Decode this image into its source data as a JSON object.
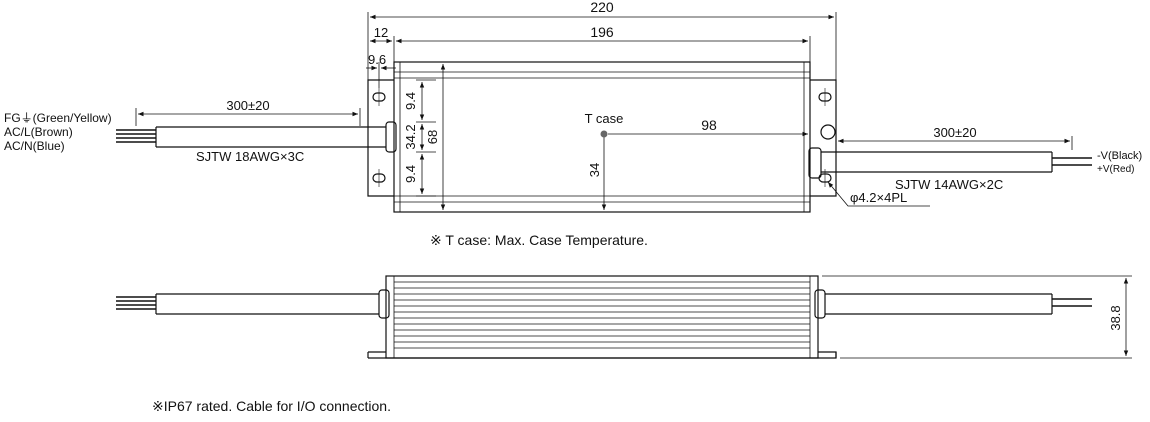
{
  "top_view": {
    "dims": {
      "overall_length": "220",
      "body_length": "196",
      "flange": "12",
      "hole_offset": "9.6",
      "height": "68",
      "hole_spacing_top": "9.4",
      "cable_entry": "34.2",
      "hole_spacing_bottom": "9.4",
      "tcase_vertical": "34",
      "tcase_horizontal": "98"
    },
    "tcase_label": "T case",
    "input_cable": {
      "length": "300±20",
      "spec": "SJTW 18AWG×3C",
      "wires": [
        "FG⏚(Green/Yellow)",
        "AC/L(Brown)",
        "AC/N(Blue)"
      ]
    },
    "output_cable": {
      "length": "300±20",
      "spec": "SJTW 14AWG×2C",
      "wires": [
        "-V(Black)",
        "+V(Red)"
      ]
    },
    "hole_spec": "φ4.2×4PL"
  },
  "side_view": {
    "height_dim": "38.8"
  },
  "notes": {
    "tcase_note": "※ T case: Max. Case Temperature.",
    "ip_note": "※IP67 rated. Cable for I/O connection."
  }
}
